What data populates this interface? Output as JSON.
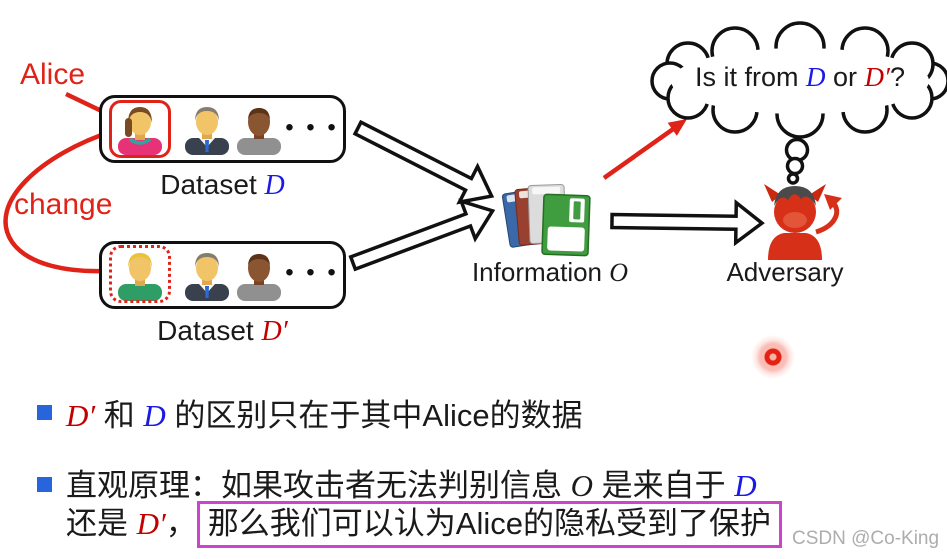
{
  "diagram": {
    "alice_label": "Alice",
    "change_label": "change",
    "dataset_top": {
      "prefix": "Dataset ",
      "symbol": "D"
    },
    "dataset_bottom": {
      "prefix": "Dataset ",
      "symbol": "D′"
    },
    "ellipsis": "• • •",
    "information": {
      "prefix": "Information ",
      "symbol": "O"
    },
    "adversary_label": "Adversary",
    "cloud_text": {
      "part1": "Is it from ",
      "d": "D",
      "part2": " or ",
      "dprime": "D′",
      "part3": "?"
    }
  },
  "bullets": {
    "one": {
      "dprime": "D′",
      "sep1": " 和 ",
      "d": "D",
      "rest": " 的区别只在于其中Alice的数据"
    },
    "two_line1": {
      "pre": "直观原理：如果攻击者无法判别信息 ",
      "o": "O",
      "mid": " 是来自于 ",
      "d": "D"
    },
    "two_line2": {
      "pre": "还是 ",
      "dprime": "D′",
      "comma": "，",
      "boxed": "那么我们可以认为Alice的隐私受到了保护"
    }
  },
  "watermark": "CSDN @Co-King",
  "colors": {
    "annotation_red": "#e02318",
    "math_blue": "#1a1ae6",
    "math_red": "#c20000",
    "highlight_box": "#cc44cc",
    "bullet_marker": "#2864dc",
    "text": "#1a1a1a"
  }
}
